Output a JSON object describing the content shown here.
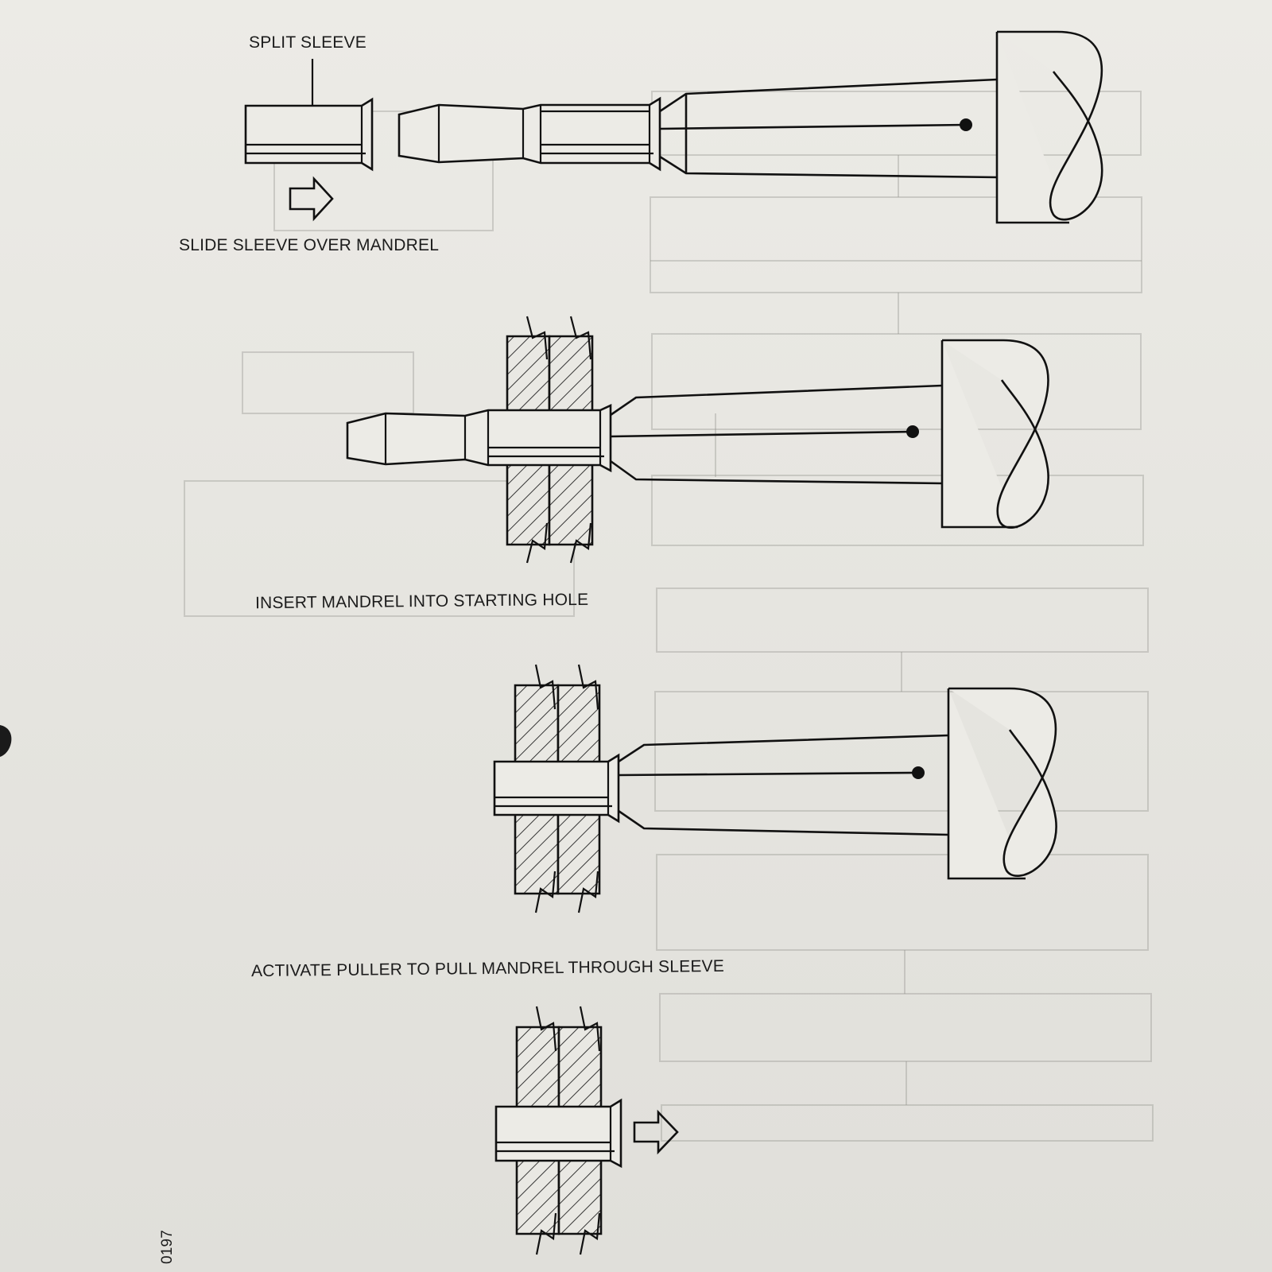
{
  "labels": {
    "split_sleeve": "SPLIT SLEEVE",
    "step1": "SLIDE SLEEVE OVER MANDREL",
    "step2": "INSERT MANDREL INTO STARTING HOLE",
    "step3": "ACTIVATE PULLER TO PULL MANDREL THROUGH SLEEVE"
  },
  "figure_id": "0197",
  "colors": {
    "ink": "#111111",
    "paper": "#e7e6e1",
    "showthrough": "#8e8e8a"
  }
}
